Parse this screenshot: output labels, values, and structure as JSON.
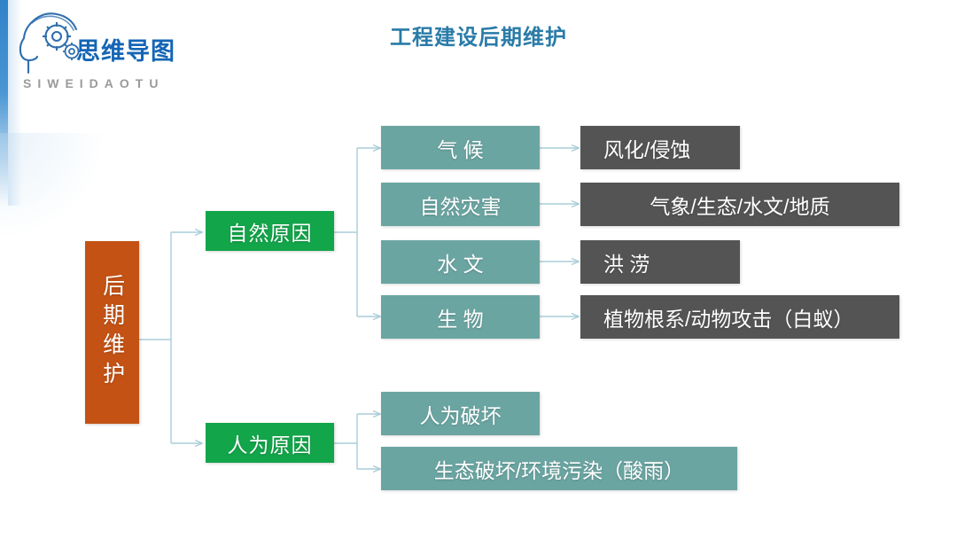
{
  "brand": {
    "logo_icon": "head-gear-icon",
    "name_cn": "思维导图",
    "name_pinyin": "SIWEIDAOTU"
  },
  "header": {
    "title": "工程建设后期维护"
  },
  "colors": {
    "root": "#c35214",
    "branch": "#13a54a",
    "level3": "#6ba5a2",
    "level4": "#545454",
    "title": "#2a7ba8",
    "connector": "#a9cdd8",
    "accent": "#2f82c8"
  },
  "diagram": {
    "root": {
      "label": "后期维护"
    },
    "branches": [
      {
        "id": "natural",
        "label": "自然原因",
        "children": [
          {
            "label": "气 候",
            "detail": "风化/侵蚀"
          },
          {
            "label": "自然灾害",
            "detail": "气象/生态/水文/地质"
          },
          {
            "label": "水 文",
            "detail": "洪 涝"
          },
          {
            "label": "生 物",
            "detail": "植物根系/动物攻击（白蚁）"
          }
        ]
      },
      {
        "id": "human",
        "label": "人为原因",
        "children": [
          {
            "label": "人为破坏",
            "detail": ""
          },
          {
            "label": "生态破坏/环境污染（酸雨）",
            "detail": ""
          }
        ]
      }
    ]
  }
}
